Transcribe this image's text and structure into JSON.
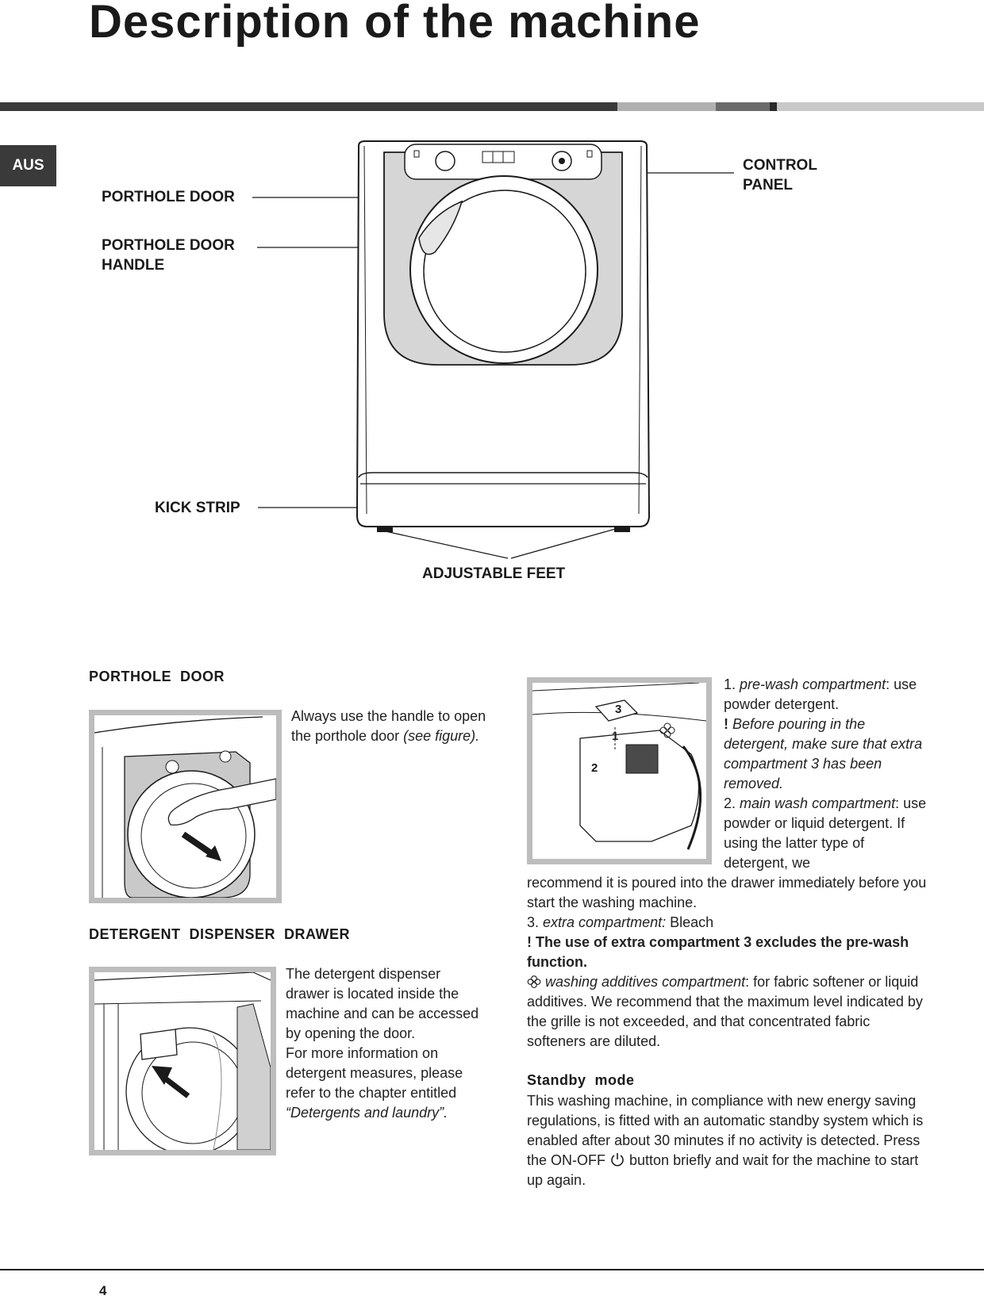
{
  "header": {
    "title": "Description of the machine",
    "language_tab": "AUS"
  },
  "callouts": {
    "porthole_door": "PORTHOLE DOOR",
    "porthole_door_handle_line1": "PORTHOLE DOOR",
    "porthole_door_handle_line2": "HANDLE",
    "kick_strip": "KICK STRIP",
    "adjustable_feet": "ADJUSTABLE FEET",
    "control_panel_line1": "CONTROL",
    "control_panel_line2": "PANEL"
  },
  "porthole_section": {
    "heading": "PORTHOLE  DOOR",
    "text_main": "Always use the handle to open the porthole door ",
    "text_italic": "(see figure)."
  },
  "drawer_section": {
    "heading": "DETERGENT  DISPENSER  DRAWER",
    "text_main": "The detergent dispenser drawer is located inside the machine and can be accessed by opening the door.",
    "text_more": "For more information on detergent measures, please refer to the chapter entitled ",
    "text_ref": "“Detergents and laundry”."
  },
  "compartments": {
    "item1_num": "1.",
    "item1_name": "pre-wash compartment",
    "item1_desc": "use powder detergent.",
    "warn1_mark": "!",
    "warn1_text": "Before pouring in the detergent, make sure that extra compartment 3 has been removed.",
    "item2_num": "2.",
    "item2_name": "main wash compartment",
    "item2_desc_a": "use powder or liquid detergent. If using the latter type of detergent, we",
    "item2_desc_b": "recommend it is poured into the drawer immediately before you start the washing machine.",
    "item3_num": "3.",
    "item3_name": "extra compartment:",
    "item3_desc": "Bleach",
    "warn2_mark": "!",
    "warn2_text": "The use of extra compartment 3 excludes the pre-wash function.",
    "additives_name": "washing additives compartment",
    "additives_desc": ": for fabric softener or liquid additives. We recommend that the maximum level indicated by the grille is not exceeded, and that concentrated fabric softeners are diluted.",
    "figure_labels": [
      "3",
      "1",
      "2"
    ]
  },
  "standby": {
    "heading": "Standby  mode",
    "text_a": "This washing machine, in compliance with new energy saving regulations, is fitted with an automatic standby system which is enabled after about 30 minutes if no activity is detected. Press the ON-OFF ",
    "text_b": " button briefly and wait for the machine to start up again."
  },
  "footer": {
    "page_number": "4"
  },
  "icons": [
    "power-icon",
    "flower-icon"
  ],
  "colors": {
    "text": "#1a1a1a",
    "bar_dark": "#3a3a3a",
    "bar_mid": "#b0b0b0",
    "bar_gray": "#6a6a6a",
    "bar_light": "#c8c8c8",
    "machine_panel": "#d6d6d6"
  }
}
